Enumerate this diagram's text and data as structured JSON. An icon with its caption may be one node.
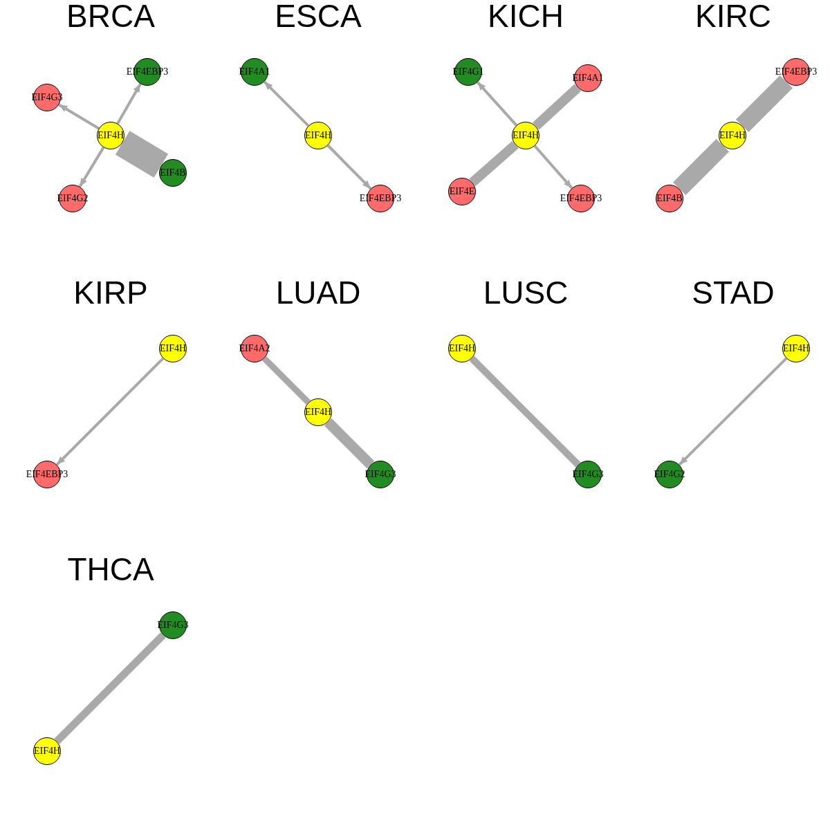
{
  "diagram": {
    "nodes": [
      {
        "text": [
          "EIF4EBP3"
        ]
      },
      {
        "text": [
          "EIF4G3"
        ]
      },
      {
        "text": [
          "EIF4H"
        ]
      },
      {
        "text": [
          "EIF4B"
        ]
      },
      {
        "text": [
          "EIF4G2"
        ]
      },
      {
        "text": [
          "EIF4A1"
        ]
      },
      {
        "text": [
          "EIF4H"
        ]
      },
      {
        "text": [
          "EIF4EBP3"
        ]
      },
      {
        "text": [
          "EIF4G1"
        ]
      },
      {
        "text": [
          "EIF4A1"
        ]
      },
      {
        "text": [
          "EIF4H"
        ]
      },
      {
        "text": [
          "EIF4E"
        ]
      },
      {
        "text": [
          "EIF4EBP3"
        ]
      },
      {
        "text": [
          "EIF4EBP3"
        ]
      },
      {
        "text": [
          "EIF4H"
        ]
      },
      {
        "text": [
          "EIF4B"
        ]
      },
      {
        "text": [
          "EIF4H"
        ]
      },
      {
        "text": [
          "EIF4EBP3"
        ]
      },
      {
        "text": [
          "EIF4A2"
        ]
      },
      {
        "text": [
          "EIF4H"
        ]
      },
      {
        "text": [
          "EIF4G3"
        ]
      },
      {
        "text": [
          "EIF4H"
        ]
      },
      {
        "text": [
          "EIF4G3"
        ]
      },
      {
        "text": [
          "EIF4H"
        ]
      },
      {
        "text": [
          "EIF4G2"
        ]
      },
      {
        "text": [
          "EIF4G3"
        ]
      },
      {
        "text": [
          "EIF4H"
        ]
      }
    ],
    "edges": [
      {
        "from": 2,
        "to": 1,
        "arrow": "to"
      },
      {
        "from": 2,
        "to": 0,
        "arrow": "to"
      },
      {
        "from": 2,
        "to": 4,
        "arrow": "to"
      },
      {
        "from": 2,
        "to": 3,
        "arrow": "none",
        "style": "thick"
      },
      {
        "from": 6,
        "to": 5,
        "arrow": "to"
      },
      {
        "from": 6,
        "to": 7,
        "arrow": "to"
      },
      {
        "from": 10,
        "to": 8,
        "arrow": "to"
      },
      {
        "from": 10,
        "to": 9,
        "arrow": "none",
        "style": "thick"
      },
      {
        "from": 10,
        "to": 11,
        "arrow": "none",
        "style": "thick"
      },
      {
        "from": 10,
        "to": 12,
        "arrow": "to"
      },
      {
        "from": 14,
        "to": 13,
        "arrow": "none",
        "style": "thick"
      },
      {
        "from": 14,
        "to": 15,
        "arrow": "none",
        "style": "thick"
      },
      {
        "from": 16,
        "to": 17,
        "arrow": "to"
      },
      {
        "from": 18,
        "to": 19,
        "arrow": "none",
        "style": "thick"
      },
      {
        "from": 19,
        "to": 20,
        "arrow": "none",
        "style": "thick"
      },
      {
        "from": 21,
        "to": 22,
        "arrow": "none",
        "style": "thick"
      },
      {
        "from": 23,
        "to": 24,
        "arrow": "to"
      },
      {
        "from": 25,
        "to": 26,
        "arrow": "none",
        "style": "thick"
      }
    ],
    "labels": [
      "BRCA",
      "ESCA",
      "KICH",
      "KIRC",
      "KIRP",
      "LUAD",
      "LUSC",
      "STAD",
      "THCA"
    ]
  }
}
